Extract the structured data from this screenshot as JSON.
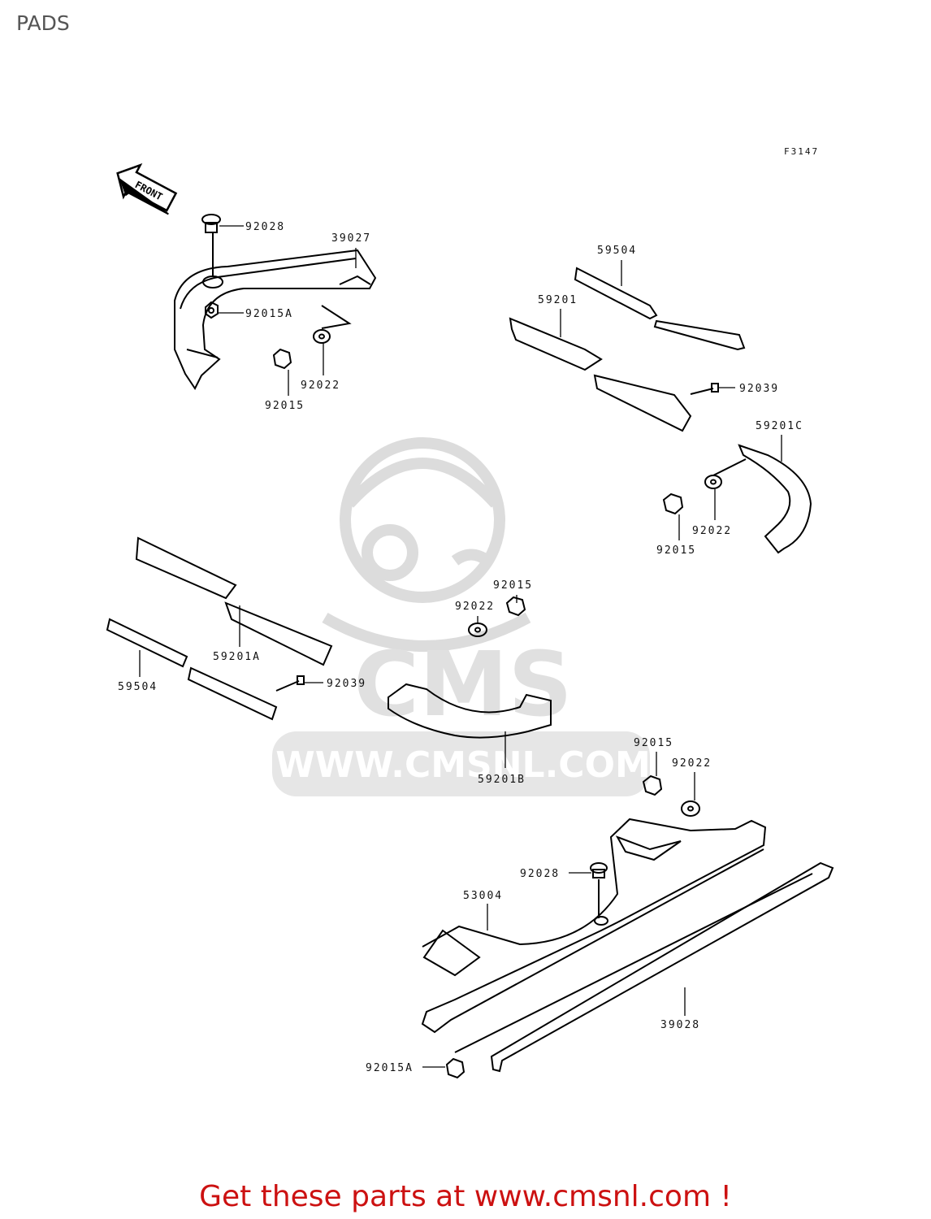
{
  "page": {
    "title": "PADS"
  },
  "diagram": {
    "ref_code": "F3147",
    "front_arrow_label": "FRONT",
    "labels": {
      "l1": "92028",
      "l2": "39027",
      "l3": "92015A",
      "l4": "92022",
      "l5": "92015",
      "l6": "59504",
      "l7": "59201",
      "l8": "92039",
      "l9": "59201C",
      "l10": "92022",
      "l11": "92015",
      "l12": "59201A",
      "l13": "59504",
      "l14": "92039",
      "l15": "92015",
      "l16": "92022",
      "l17": "59201B",
      "l18": "92015",
      "l19": "92022",
      "l20": "92028",
      "l21": "53004",
      "l22": "39028",
      "l23": "92015A"
    }
  },
  "watermark": {
    "text": "WWW.CMSNL.COM",
    "logo_text": "CMS",
    "color": "#d9d9d9"
  },
  "footer": {
    "text": "Get these parts at www.cmsnl.com !",
    "color": "#cc1111"
  }
}
